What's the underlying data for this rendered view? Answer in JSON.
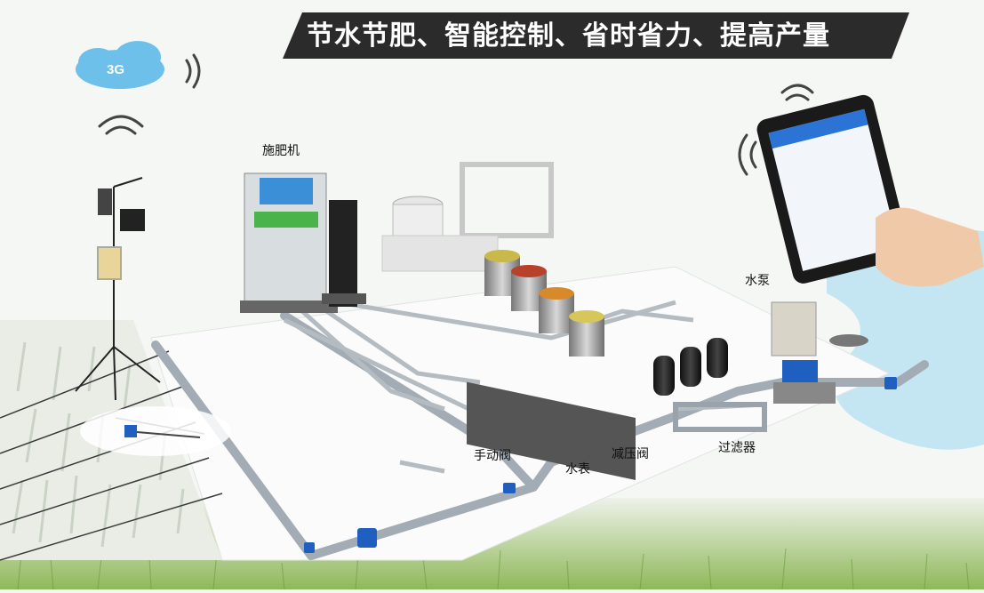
{
  "banner": {
    "text": "节水节肥、智能控制、省时省力、提高产量"
  },
  "cloud": {
    "label": "3G"
  },
  "labels": {
    "fertilizer_machine": "施肥机",
    "water_pump": "水泵",
    "manual_valve": "手动阀",
    "water_meter": "水表",
    "pressure_reducing_valve": "减压阀",
    "filter": "过滤器"
  },
  "colors": {
    "banner_bg": "#2b2b2b",
    "pipe": "#9aa3ab",
    "valve": "#1f5fbf",
    "water": "#bfe3f0",
    "crop": "#e8ece6",
    "grass": "#7aa84a"
  }
}
